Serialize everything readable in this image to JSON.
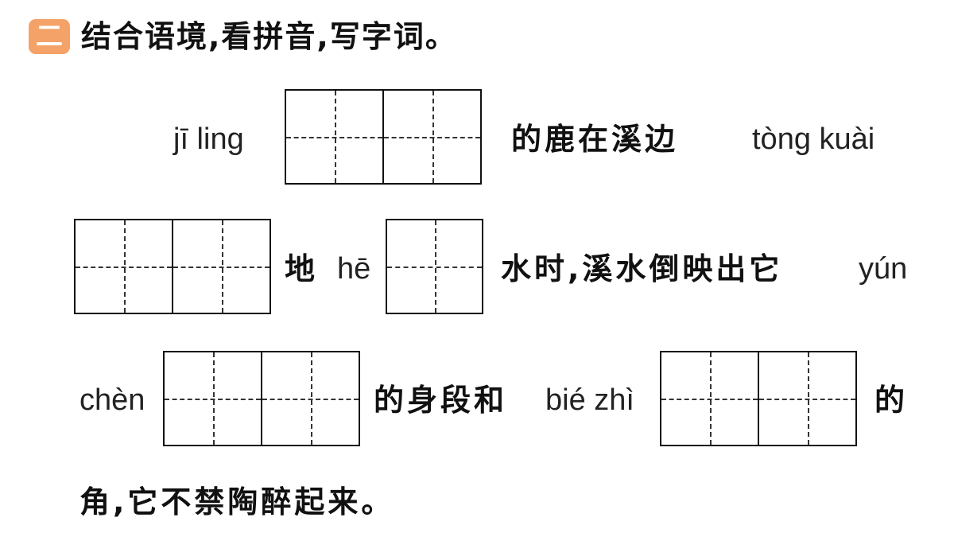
{
  "section": {
    "badge": "二",
    "instruction": "结合语境,看拼音,写字词。"
  },
  "passage": {
    "py_jiling": "jī  ling",
    "text_1": "的鹿在溪边",
    "py_tongkuai": "tòng  kuài",
    "text_2": "地",
    "py_he": "hē",
    "text_3": "水时,溪水倒映出它",
    "py_yun": "yún",
    "py_chen": "chèn",
    "text_4": "的身段和",
    "py_biezhi": "bié  zhì",
    "text_5": "的",
    "text_6": "角,它不禁陶醉起来。"
  },
  "answer_boxes": [
    {
      "id": "jiling",
      "characters": 2
    },
    {
      "id": "tongkuai",
      "characters": 2
    },
    {
      "id": "he",
      "characters": 1
    },
    {
      "id": "yunchen",
      "characters": 2
    },
    {
      "id": "biezhi",
      "characters": 2
    }
  ]
}
